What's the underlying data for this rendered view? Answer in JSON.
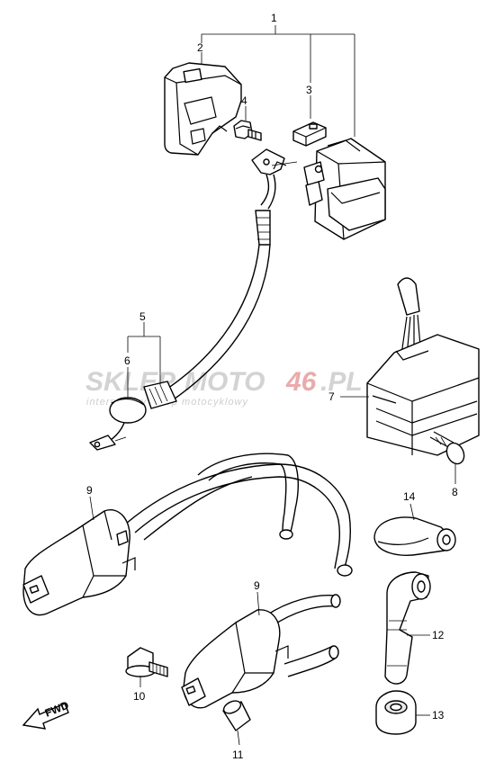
{
  "watermark": {
    "brand_left": "SKLEP",
    "brand_right": "MOTO",
    "brand_num": "46",
    "brand_tld": ".PL",
    "tagline": "internetowy sklep motocyklowy"
  },
  "fwd_label": "FWD",
  "callouts": [
    {
      "id": "c1",
      "text": "1"
    },
    {
      "id": "c2",
      "text": "2"
    },
    {
      "id": "c3",
      "text": "3"
    },
    {
      "id": "c4",
      "text": "4"
    },
    {
      "id": "c5",
      "text": "5"
    },
    {
      "id": "c6",
      "text": "6"
    },
    {
      "id": "c7",
      "text": "7"
    },
    {
      "id": "c8",
      "text": "8"
    },
    {
      "id": "c9a",
      "text": "9"
    },
    {
      "id": "c9b",
      "text": "9"
    },
    {
      "id": "c10",
      "text": "10"
    },
    {
      "id": "c11",
      "text": "11"
    },
    {
      "id": "c12",
      "text": "12"
    },
    {
      "id": "c13",
      "text": "13"
    },
    {
      "id": "c14",
      "text": "14"
    }
  ],
  "colors": {
    "line": "#000000",
    "watermark_gray": "#c9c9c9",
    "watermark_red": "#e4a0a0"
  }
}
